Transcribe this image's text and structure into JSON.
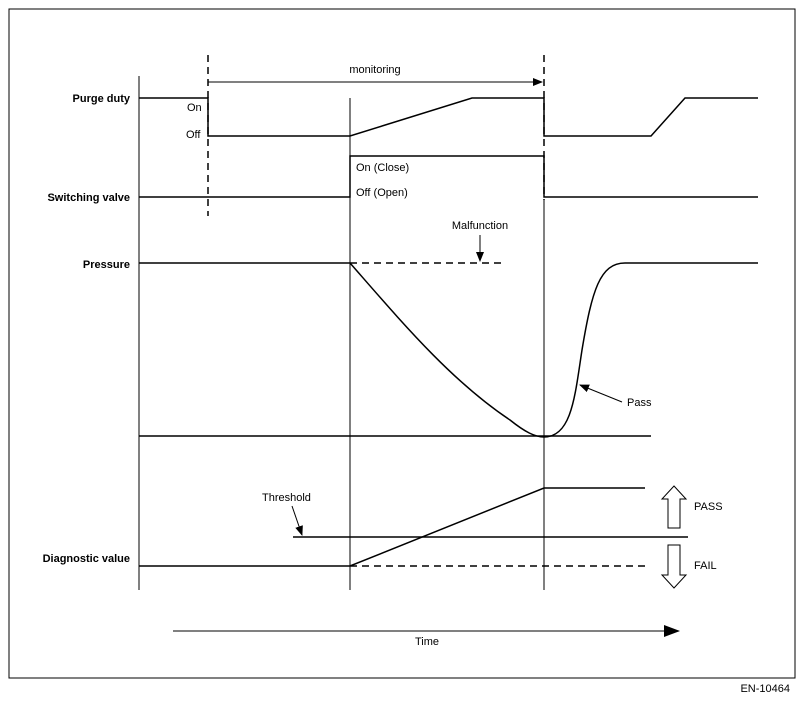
{
  "signals": {
    "purge_duty": "Purge duty",
    "switching_valve": "Switching valve",
    "pressure": "Pressure",
    "diagnostic_value": "Diagnostic value"
  },
  "states": {
    "on": "On",
    "off": "Off",
    "on_close": "On (Close)",
    "off_open": "Off (Open)"
  },
  "annotations": {
    "monitoring": "monitoring",
    "malfunction": "Malfunction",
    "pass_curve": "Pass",
    "threshold": "Threshold"
  },
  "result": {
    "pass": "PASS",
    "fail": "FAIL"
  },
  "axis": {
    "time": "Time"
  },
  "figure_id": "EN-10464"
}
